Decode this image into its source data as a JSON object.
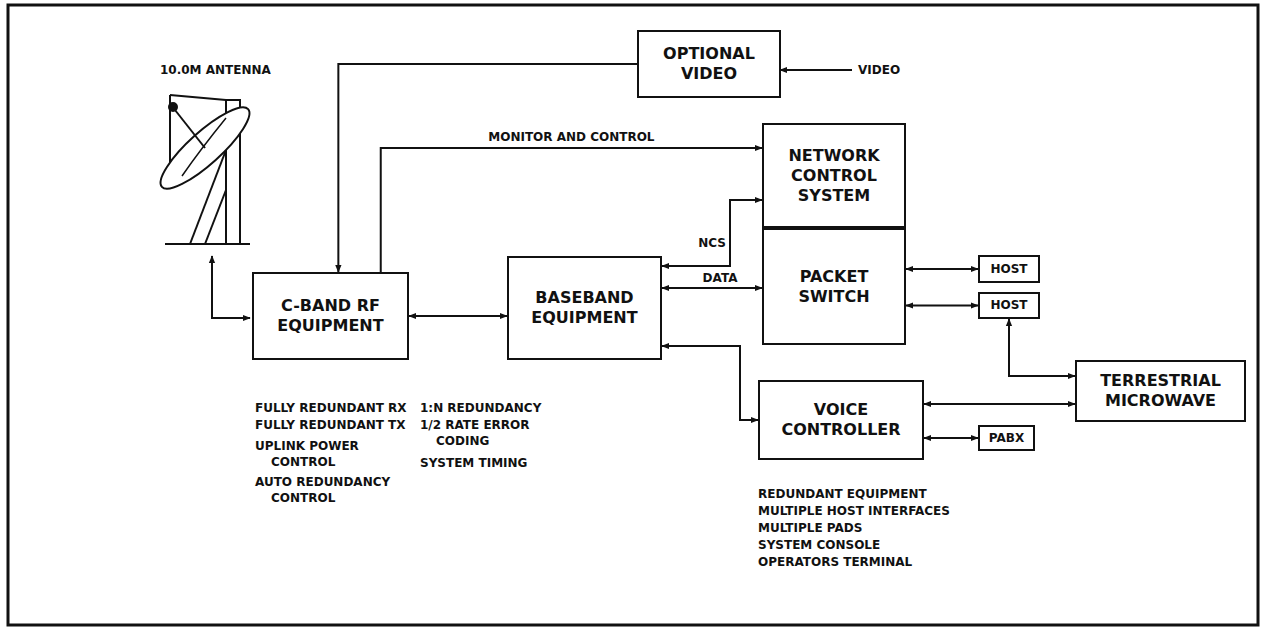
{
  "diagram": {
    "nodes": [
      {
        "text": [
          "OPTIONAL VIDEO"
        ]
      },
      {
        "text": [
          "NETWORK CONTROL SYSTEM"
        ]
      },
      {
        "text": [
          "PACKET SWITCH"
        ]
      },
      {
        "text": [
          "HOST"
        ]
      },
      {
        "text": [
          "HOST"
        ]
      },
      {
        "text": [
          "C-BAND RF EQUIPMENT"
        ]
      },
      {
        "text": [
          "BASEBAND EQUIPMENT"
        ]
      },
      {
        "text": [
          "TERRESTRIAL MICROWAVE"
        ]
      },
      {
        "text": [
          "VOICE CONTROLLER"
        ]
      },
      {
        "text": [
          "PABX"
        ]
      }
    ],
    "edges": [
      {
        "from": 0,
        "to": 5,
        "arrow": "to"
      },
      {
        "from": 5,
        "to": 1,
        "label": "MONITOR AND CONTROL",
        "arrow": "to"
      },
      {
        "from": 5,
        "to": 6,
        "arrow": "both"
      },
      {
        "from": 6,
        "to": 1,
        "label": "NCS",
        "arrow": "both"
      },
      {
        "from": 6,
        "to": 2,
        "label": "DATA",
        "arrow": "both"
      },
      {
        "from": 6,
        "to": 8,
        "arrow": "both"
      },
      {
        "from": 2,
        "to": 3,
        "arrow": "both"
      },
      {
        "from": 2,
        "to": 4,
        "arrow": "both"
      },
      {
        "from": 4,
        "to": 7,
        "arrow": "both"
      },
      {
        "from": 8,
        "to": 7,
        "arrow": "both"
      },
      {
        "from": 8,
        "to": 9,
        "arrow": "both"
      }
    ],
    "labels": [
      "10.0M ANTENNA",
      "VIDEO",
      "FULLY REDUNDANT RX",
      "FULLY REDUNDANT TX",
      "UPLINK POWER CONTROL",
      "AUTO REDUNDANCY CONTROL",
      "1:N REDUNDANCY",
      "1/2 RATE ERROR CODING",
      "SYSTEM TIMING",
      "REDUNDANT EQUIPMENT",
      "MULTIPLE HOST INTERFACES",
      "MULTIPLE PADS",
      "SYSTEM CONSOLE",
      "OPERATORS TERMINAL"
    ]
  }
}
